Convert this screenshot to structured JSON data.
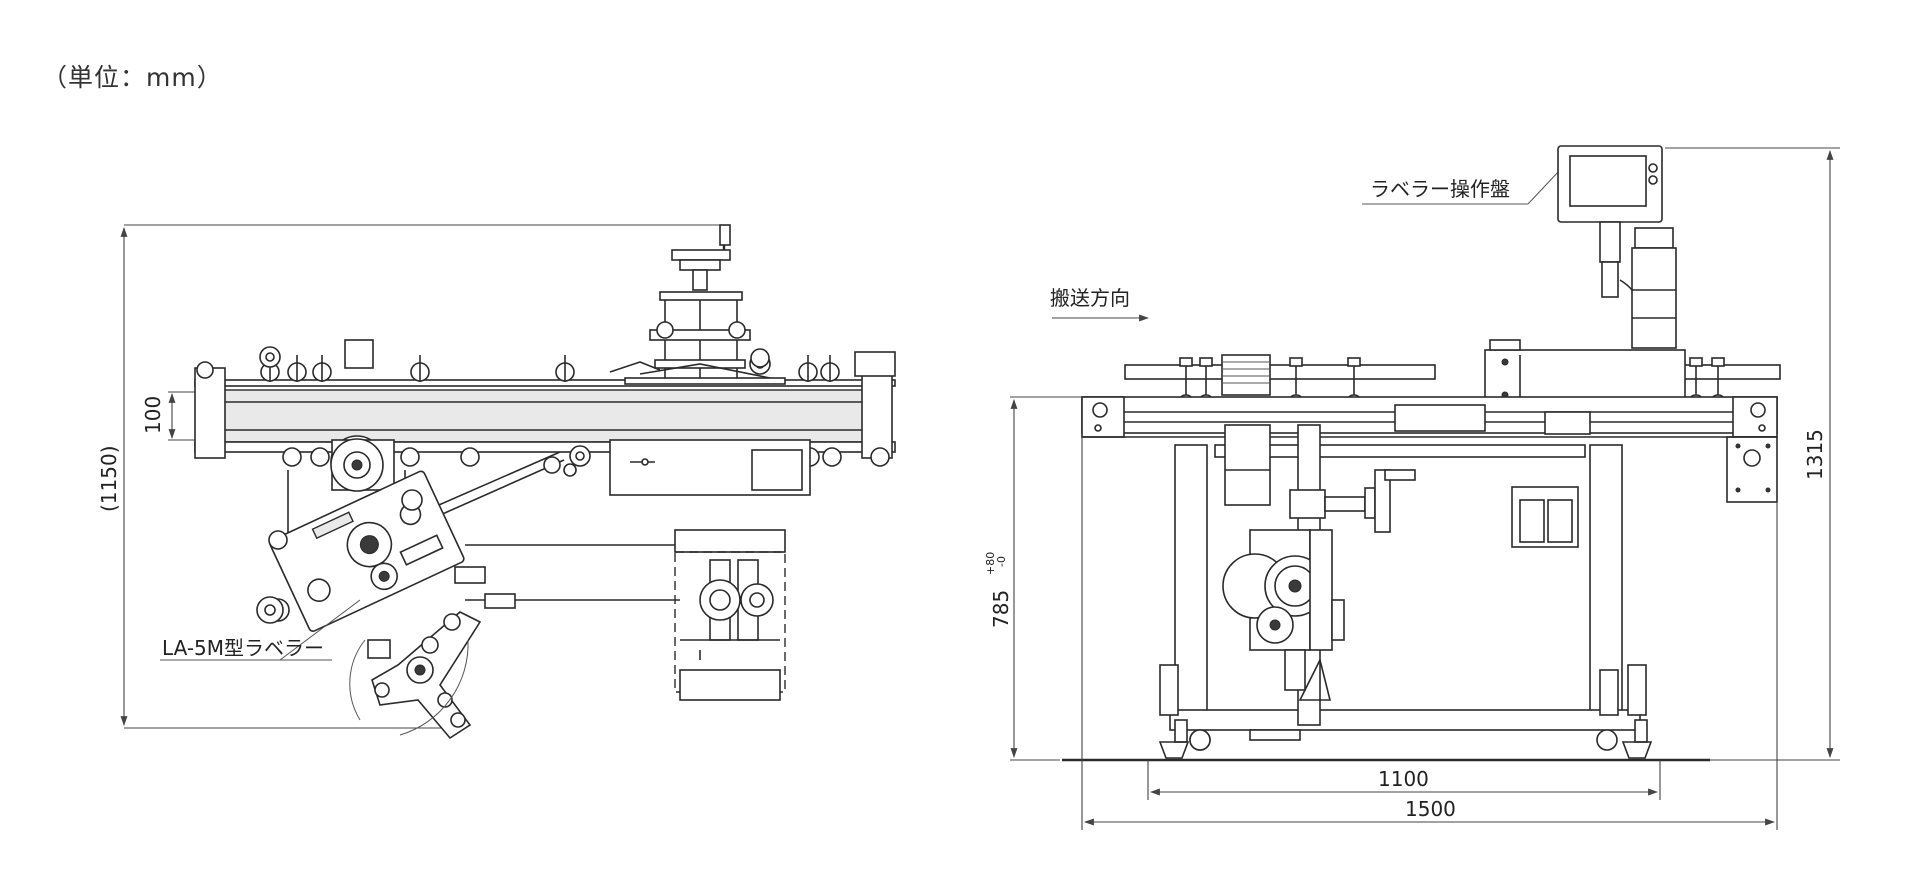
{
  "unit_label": "（単位：mm）",
  "left_view": {
    "labeler_label": "LA-5M型ラベラー",
    "dim_height": "(1150)",
    "dim_conveyor": "100"
  },
  "right_view": {
    "panel_label": "ラベラー操作盤",
    "direction_label": "搬送方向",
    "dim_total_height": "1315",
    "dim_conveyor_height": "785",
    "dim_tol_plus": "+80",
    "dim_tol_minus": "-0",
    "dim_inner_width": "1100",
    "dim_total_width": "1500"
  }
}
